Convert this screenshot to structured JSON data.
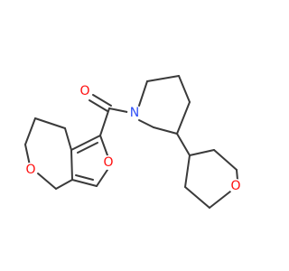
{
  "molecule": {
    "atoms": [
      {
        "id": "O_carbonyl",
        "element": "O",
        "label": "O",
        "color": "#ff0d0d"
      },
      {
        "id": "N_piperidine",
        "element": "N",
        "label": "N",
        "color": "#3050f8"
      },
      {
        "id": "O_furan",
        "element": "O",
        "label": "O",
        "color": "#ff0d0d"
      },
      {
        "id": "O_dihydropyran",
        "element": "O",
        "label": "O",
        "color": "#ff0d0d"
      },
      {
        "id": "O_oxane",
        "element": "O",
        "label": "O",
        "color": "#ff0d0d"
      }
    ],
    "bond_color": "#3a3a3a",
    "background": "#ffffff"
  }
}
